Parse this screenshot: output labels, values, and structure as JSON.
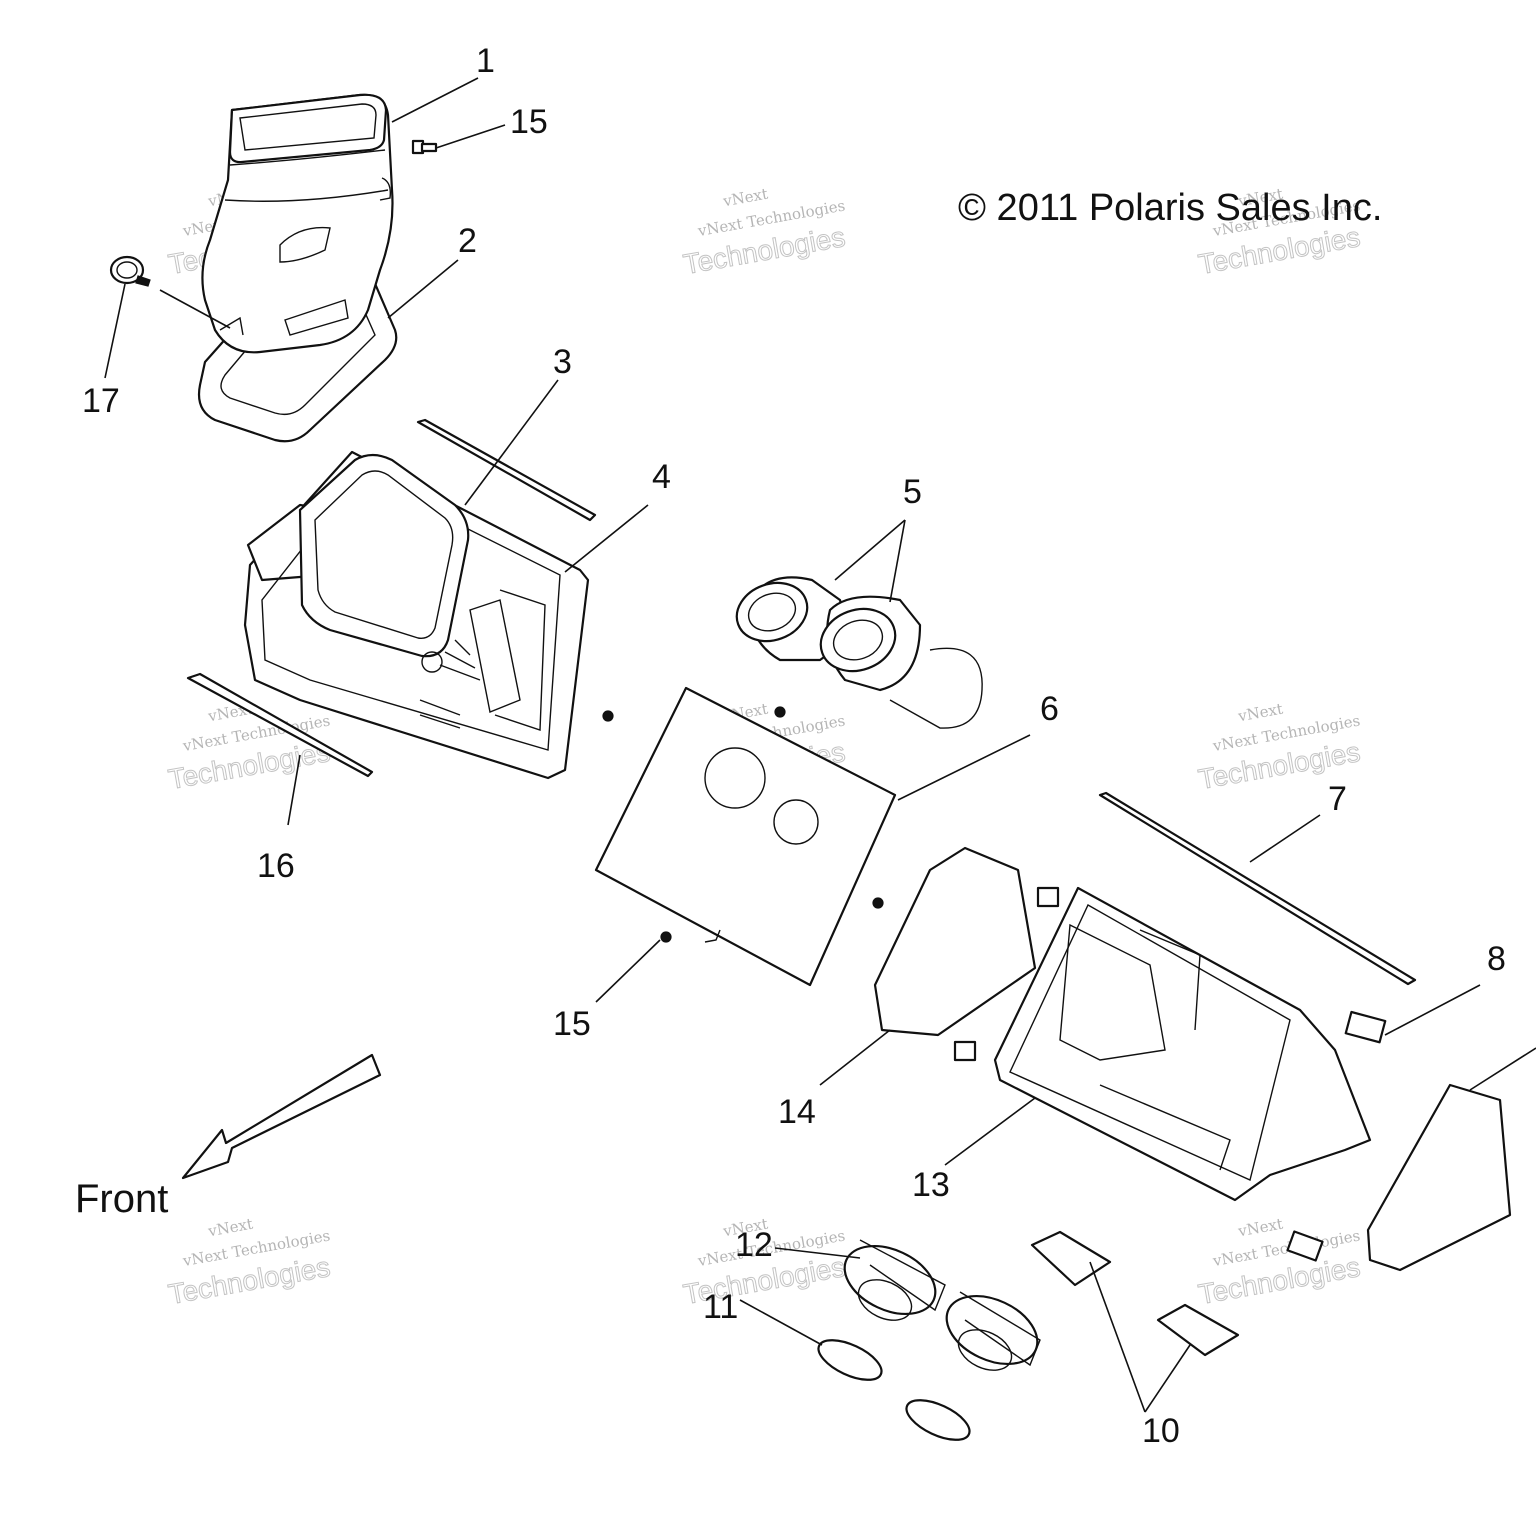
{
  "copyright": "© 2011 Polaris Sales Inc.",
  "front_label": "Front",
  "watermark": {
    "line1": "vNext",
    "line2": "vNext Technologies",
    "line3": "Technologies"
  },
  "callouts": [
    "1",
    "2",
    "3",
    "4",
    "5",
    "6",
    "7",
    "8",
    "10",
    "11",
    "12",
    "13",
    "14",
    "15",
    "15",
    "16",
    "17"
  ]
}
